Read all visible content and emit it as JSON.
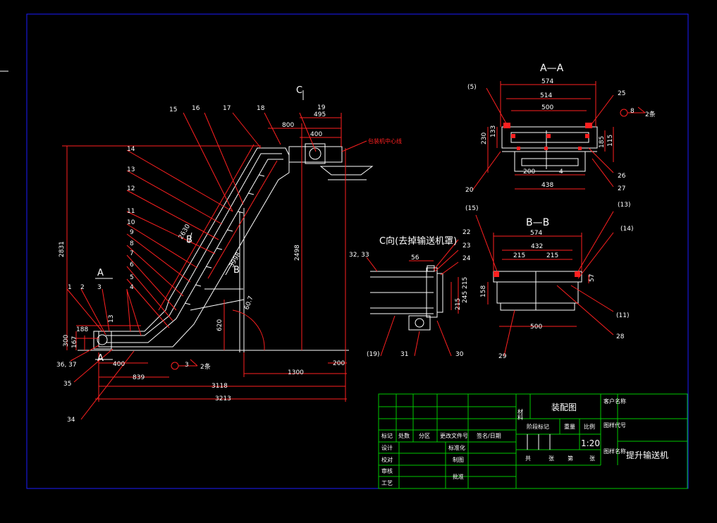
{
  "colors": {
    "background": "#000000",
    "frame": "#1c1cff",
    "dimension": "#ff2020",
    "geometry": "#ffffff",
    "title_block": "#00c800",
    "text": "#ffffff"
  },
  "views": {
    "main": {
      "section_marks": [
        "A",
        "A",
        "B",
        "B",
        "C"
      ],
      "dims": [
        "800",
        "495",
        "400",
        "2831",
        "2498",
        "620",
        "2630",
        "3998",
        "60.7",
        "300",
        "167",
        "188",
        "13",
        "400",
        "839",
        "3118",
        "3213",
        "1300",
        "200",
        "3",
        "2条"
      ],
      "callouts": [
        "1",
        "2",
        "3",
        "4",
        "5",
        "6",
        "7",
        "8",
        "9",
        "10",
        "11",
        "12",
        "13",
        "14",
        "15",
        "16",
        "17",
        "18",
        "19",
        "34",
        "35",
        "36, 37"
      ],
      "annotation": "包装机中心线"
    },
    "section_aa": {
      "title": "A—A",
      "dims": [
        "574",
        "514",
        "500",
        "230",
        "133",
        "185",
        "115",
        "200",
        "4",
        "438",
        "8",
        "2条"
      ],
      "callouts": [
        "(5)",
        "25",
        "26",
        "27",
        "20"
      ]
    },
    "section_bb": {
      "title": "B—B",
      "dims": [
        "574",
        "432",
        "215",
        "215",
        "158",
        "57",
        "500"
      ],
      "callouts": [
        "(15)",
        "(13)",
        "(14)",
        "(11)",
        "28",
        "29"
      ]
    },
    "view_c": {
      "title": "C向(去掉输送机罩)",
      "dims": [
        "56",
        "245",
        "215",
        "215"
      ],
      "callouts": [
        "32, 33",
        "22",
        "23",
        "24",
        "(19)",
        "31",
        "30"
      ]
    }
  },
  "title_block": {
    "material_label": "材料",
    "drawing_type": "装配图",
    "customer_label": "客户名称",
    "phase_label": "阶段标记",
    "weight_label": "重量",
    "scale_label": "比例",
    "scale_value": "1:20",
    "drawing_no_label": "图样代号",
    "drawing_name_label": "图样名称",
    "drawing_name": "提升输送机",
    "headers": [
      "标记",
      "处数",
      "分区",
      "更改文件号",
      "签名/日期"
    ],
    "rows_left": [
      "设计",
      "校对",
      "审核",
      "工艺"
    ],
    "rows_mid": [
      "标准化",
      "制图",
      "批准"
    ],
    "sheet_labels": [
      "共",
      "张",
      "第",
      "张"
    ]
  }
}
